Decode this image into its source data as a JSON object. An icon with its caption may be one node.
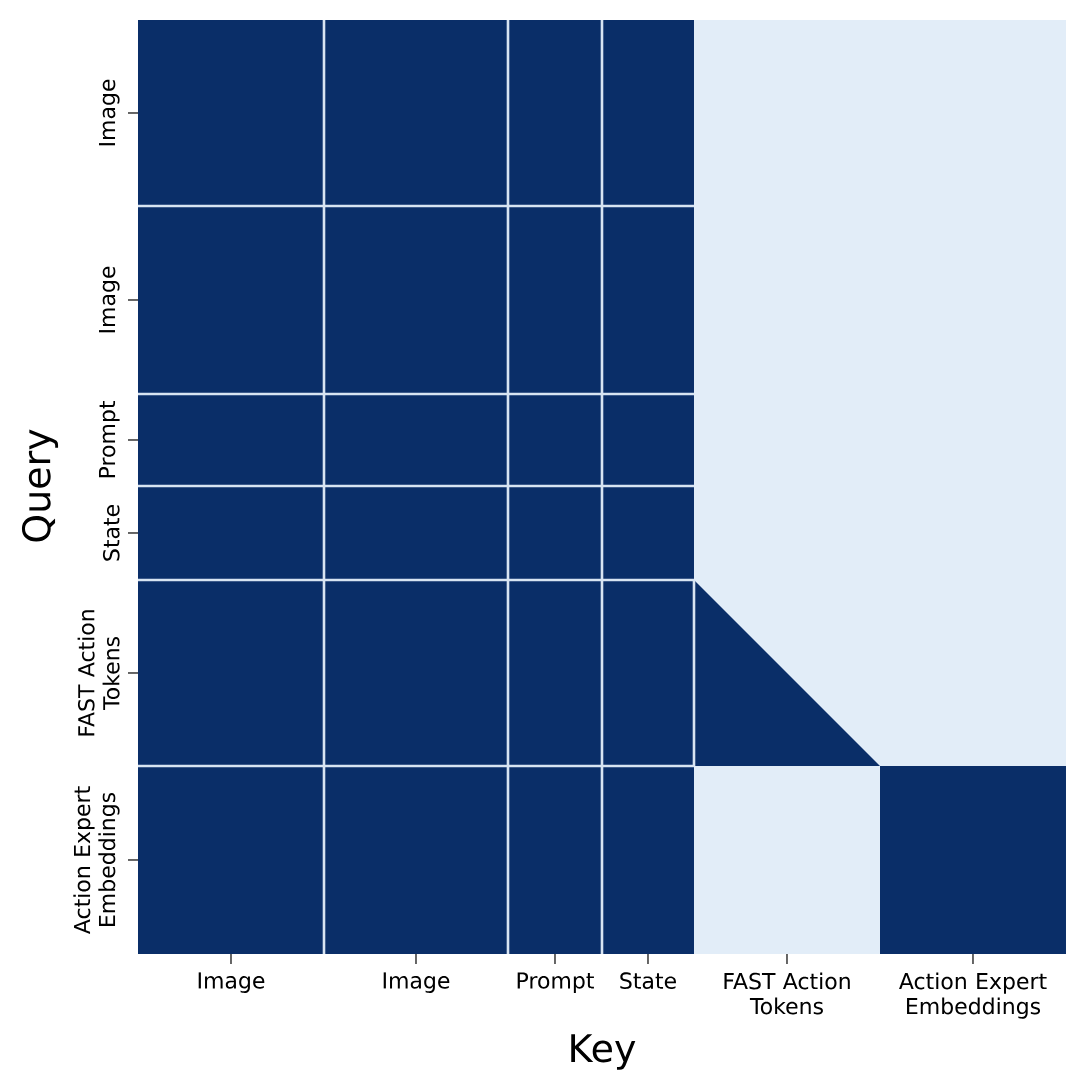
{
  "diagram": {
    "labels": [
      "Image",
      "Image",
      "Prompt",
      "State",
      "FAST Action Tokens",
      "Action Expert Embeddings",
      "Query",
      "Image",
      "Image",
      "Prompt",
      "State",
      "FAST Action Tokens",
      "Action Expert Embeddings",
      "Key"
    ]
  }
}
